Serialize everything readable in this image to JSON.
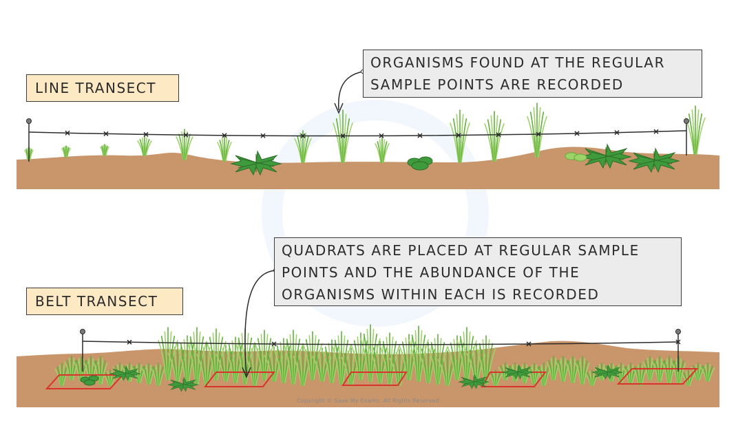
{
  "line_transect": {
    "label": "LINE TRANSECT",
    "callout_lines": [
      "ORGANISMS FOUND AT THE REGULAR",
      "SAMPLE POINTS ARE RECORDED"
    ]
  },
  "belt_transect": {
    "label": "BELT TRANSECT",
    "callout_lines": [
      "QUADRATS ARE PLACED AT REGULAR SAMPLE",
      "POINTS AND THE ABUNDANCE OF THE",
      "ORGANISMS WITHIN EACH IS RECORDED"
    ]
  },
  "copyright": "Copyright © Save My Exams. All Rights Reserved",
  "colors": {
    "soil": "#c9956a",
    "grass_light": "#9ed36a",
    "grass_dark": "#5fb03a",
    "dandelion": "#3f9a3c",
    "quadrat": "#d9342b",
    "label_fill": "#fde9c4",
    "callout_fill": "#ececec"
  }
}
